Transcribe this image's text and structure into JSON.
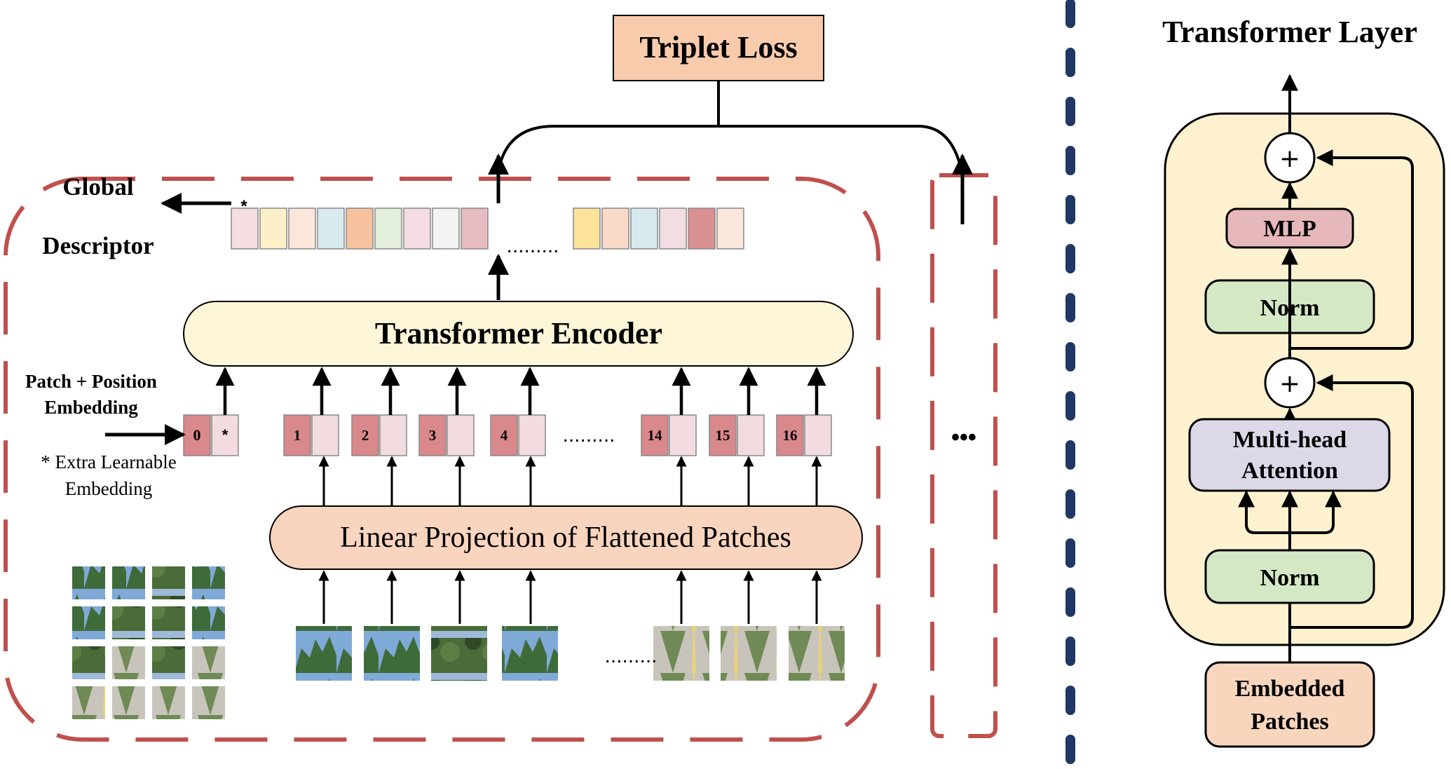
{
  "triplet_loss": "Triplet Loss",
  "global_descriptor": [
    "Global",
    "Descriptor"
  ],
  "patch_position_embedding": [
    "Patch + Position",
    "Embedding"
  ],
  "extra_learnable": [
    "* Extra Learnable",
    "Embedding"
  ],
  "transformer_encoder": "Transformer Encoder",
  "linear_projection": "Linear Projection of Flattened Patches",
  "class_token_symbol": "*",
  "ellipsis_right": "•••",
  "token_indices": [
    "0",
    "*",
    "1",
    "2",
    "3",
    "4",
    "14",
    "15",
    "16"
  ],
  "output_token_colors_a": [
    "#f5dde2",
    "#fbf0c8",
    "#fbe6dc",
    "#d8ebef",
    "#f6c29e",
    "#e3efda",
    "#f3dde2",
    "#f3f3f3",
    "#e7bcc0"
  ],
  "output_token_colors_b": [
    "#fbe39a",
    "#f9d9c8",
    "#d6eaee",
    "#f2dee2",
    "#d99090",
    "#fbe8dc"
  ],
  "transformer_layer": {
    "title": "Transformer Layer",
    "mlp": "MLP",
    "norm_top": "Norm",
    "plus": "+",
    "attention": [
      "Multi-head",
      "Attention"
    ],
    "norm_bottom": "Norm",
    "embedded_patches": [
      "Embedded",
      "Patches"
    ]
  },
  "colors": {
    "dashed_frame": "#c0504d",
    "divider": "#1f3864",
    "triplet_fill": "#f8cbad",
    "encoder_fill": "#fef6d8",
    "projection_fill": "#f9d5bf",
    "token_dark": "#d9888c",
    "token_light": "#f2dcdf",
    "layer_bg": "#fdf1cf",
    "mlp_fill": "#e6b8bc",
    "norm_fill": "#d5e8c6",
    "attention_fill": "#dcd8e8",
    "embedded_fill": "#f8d5bd"
  }
}
